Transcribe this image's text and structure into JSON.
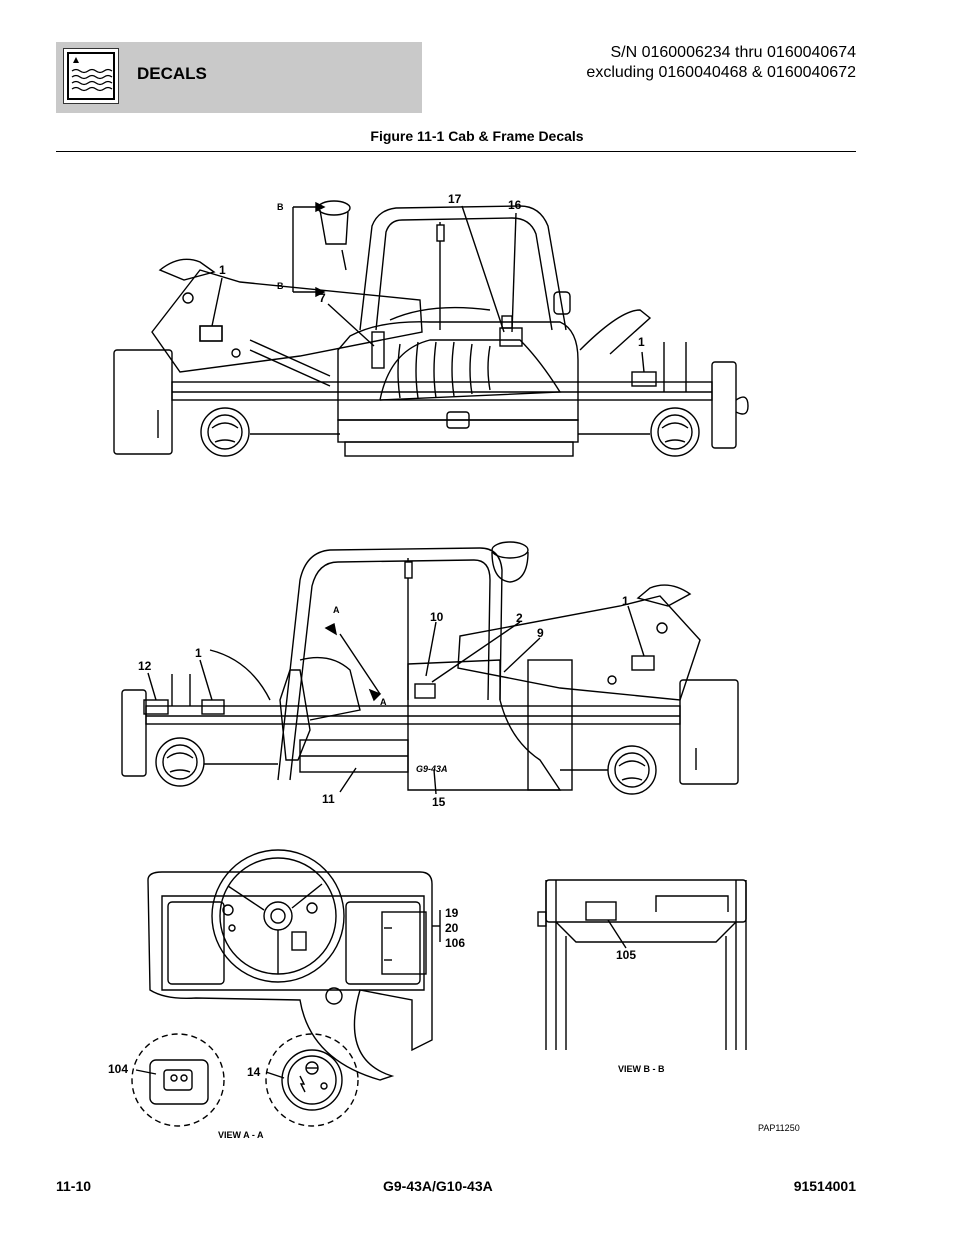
{
  "header": {
    "section": "DECALS",
    "serial_line1": "S/N 0160006234 thru 0160040674",
    "serial_line2": "excluding 0160040468 & 0160040672",
    "icon": "decal-section-icon"
  },
  "figure": {
    "title": "Figure 11-1 Cab & Frame Decals",
    "art_code": "PAP11250"
  },
  "callouts": {
    "top_view": {
      "b_upper": "B",
      "b_lower": "B",
      "c1_left": "1",
      "c7": "7",
      "c17": "17",
      "c16": "16",
      "c1_right": "1"
    },
    "middle_view": {
      "a_upper": "A",
      "a_lower": "A",
      "c10": "10",
      "c2": "2",
      "c9": "9",
      "c1_right": "1",
      "c12": "12",
      "c1_left": "1",
      "c11": "11",
      "c15": "15",
      "model_mark": "G9-43A"
    },
    "view_a": {
      "c19": "19",
      "c20": "20",
      "c106": "106",
      "c104": "104",
      "c14": "14",
      "label": "VIEW A - A"
    },
    "view_b": {
      "c105": "105",
      "label": "VIEW B - B"
    }
  },
  "footer": {
    "page": "11-10",
    "model": "G9-43A/G10-43A",
    "part_number": "91514001"
  }
}
